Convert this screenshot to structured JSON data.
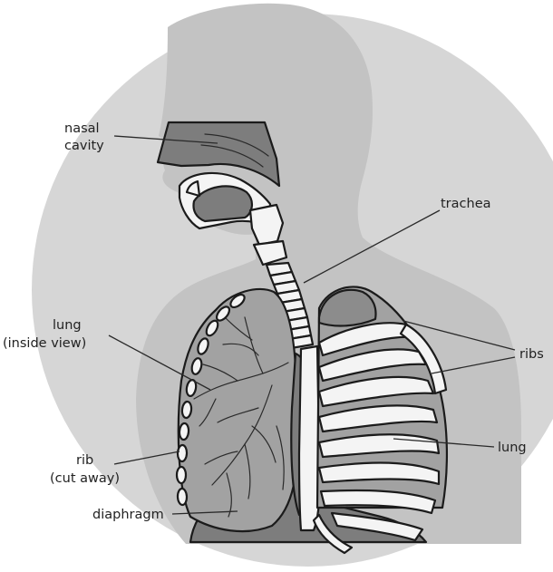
{
  "labels": {
    "nasal_cavity_line1": "nasal",
    "nasal_cavity_line2": "cavity",
    "trachea": "trachea",
    "lung_inside_line1": "lung",
    "lung_inside_line2": "(inside view)",
    "ribs": "ribs",
    "rib_cut_line1": "rib",
    "rib_cut_line2": "(cut away)",
    "lung": "lung",
    "diaphragm": "diaphragm"
  },
  "colors": {
    "background_circle": "#d6d6d6",
    "silhouette": "#c3c3c3",
    "dark_tissue": "#7d7d7d",
    "lung_tissue": "#a2a2a2",
    "bone": "#f4f4f4",
    "outline": "#1b1b1b"
  }
}
